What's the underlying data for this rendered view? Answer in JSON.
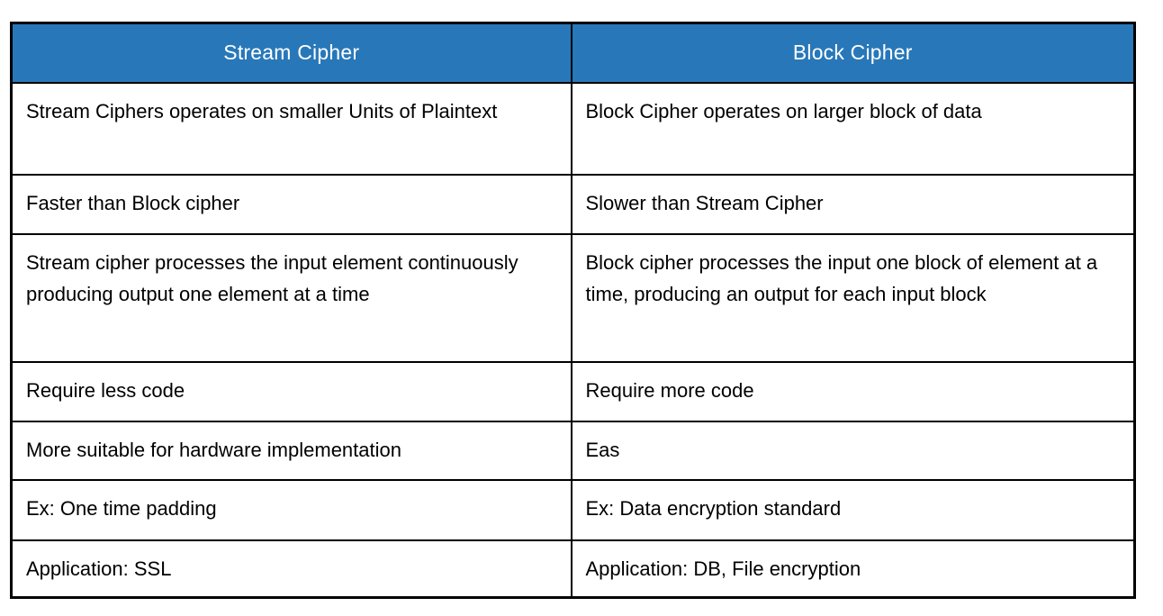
{
  "table": {
    "headers": [
      "Stream Cipher",
      "Block Cipher"
    ],
    "rows": [
      {
        "left": "Stream Ciphers operates on smaller Units of Plaintext",
        "right": "Block Cipher operates on larger block of data"
      },
      {
        "left": "Faster than Block cipher",
        "right": "Slower than Stream Cipher"
      },
      {
        "left": "Stream cipher processes the input element continuously producing output one element at a time",
        "right": "Block cipher processes the input one block of element at a time, producing an output for each input block"
      },
      {
        "left": "Require less code",
        "right": "Require more code"
      },
      {
        "left": "More suitable for hardware implementation",
        "right": "Eas"
      },
      {
        "left": "Ex: One time padding",
        "right": "Ex: Data encryption standard"
      },
      {
        "left": "Application: SSL",
        "right": "Application: DB, File encryption"
      }
    ],
    "colors": {
      "header_background": "#2878B9",
      "header_text": "#FFFFFF",
      "body_text": "#000000",
      "border": "#000000",
      "page_background": "#FFFFFF"
    }
  }
}
